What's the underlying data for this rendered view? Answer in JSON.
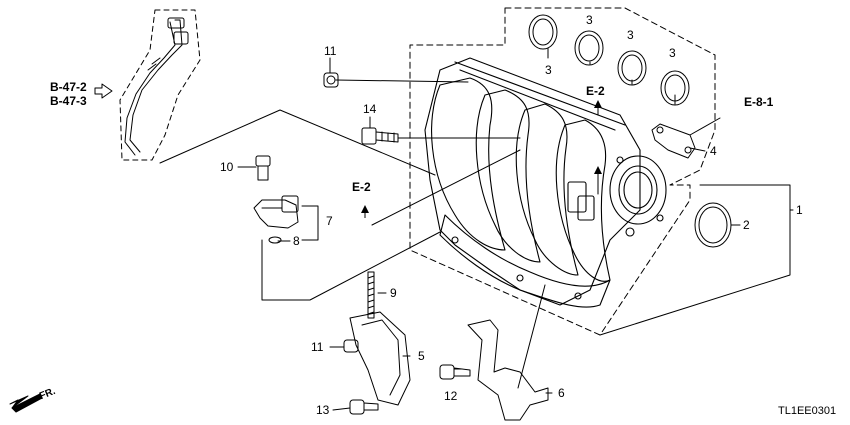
{
  "diagram": {
    "code": "TL1EE0301",
    "direction_label": "FR.",
    "refs": {
      "b47": [
        "B-47-2",
        "B-47-3"
      ],
      "e2_top": "E-2",
      "e2_left": "E-2",
      "e81": "E-8-1"
    },
    "callouts": [
      {
        "id": "c3a",
        "text": "3"
      },
      {
        "id": "c3b",
        "text": "3"
      },
      {
        "id": "c3c",
        "text": "3"
      },
      {
        "id": "c3d",
        "text": "3"
      },
      {
        "id": "c11a",
        "text": "11"
      },
      {
        "id": "c14",
        "text": "14"
      },
      {
        "id": "c10",
        "text": "10"
      },
      {
        "id": "c7",
        "text": "7"
      },
      {
        "id": "c8",
        "text": "8"
      },
      {
        "id": "c9",
        "text": "9"
      },
      {
        "id": "c11b",
        "text": "11"
      },
      {
        "id": "c5",
        "text": "5"
      },
      {
        "id": "c12",
        "text": "12"
      },
      {
        "id": "c13",
        "text": "13"
      },
      {
        "id": "c6",
        "text": "6"
      },
      {
        "id": "c4",
        "text": "4"
      },
      {
        "id": "c2",
        "text": "2"
      },
      {
        "id": "c1",
        "text": "1"
      }
    ]
  }
}
